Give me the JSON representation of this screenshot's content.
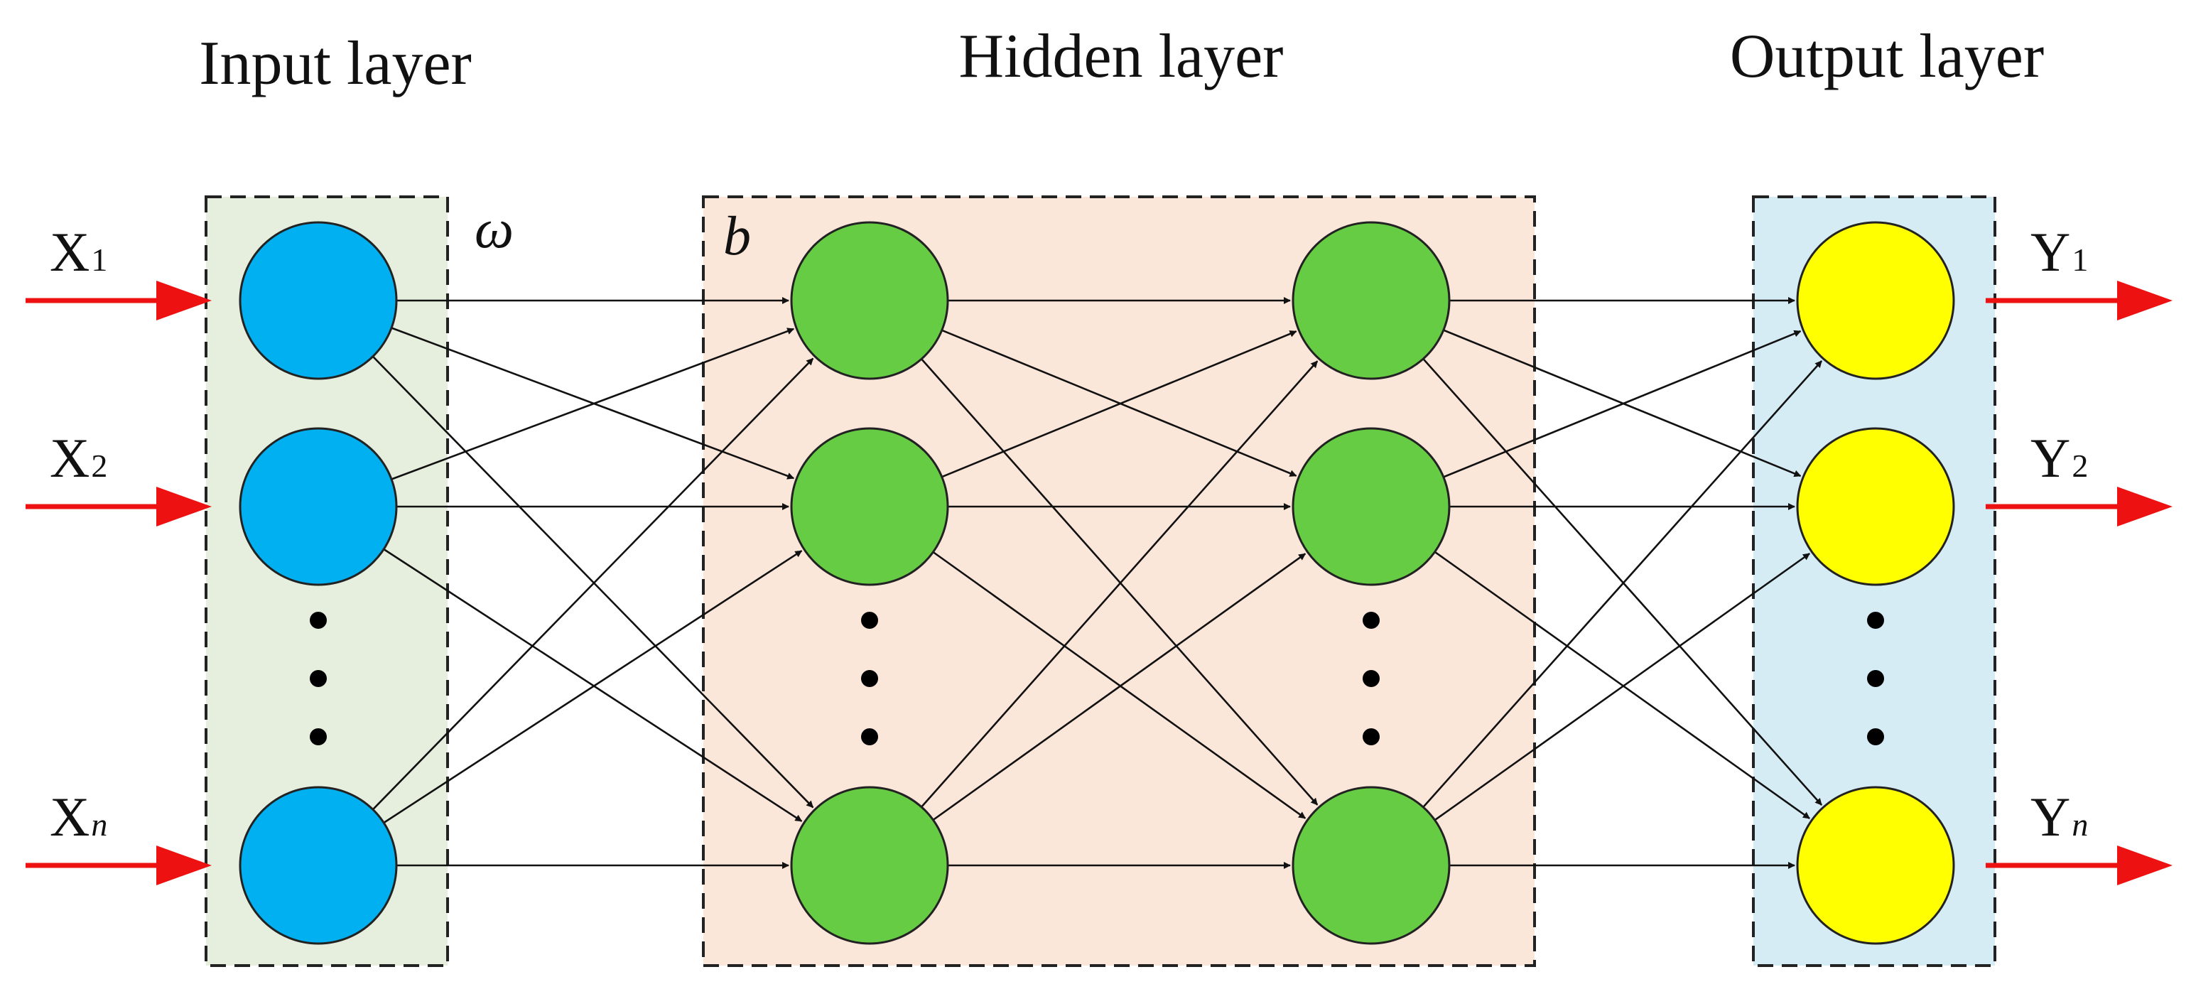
{
  "titles": {
    "input": "Input layer",
    "hidden": "Hidden layer",
    "output": "Output layer"
  },
  "inputs": [
    {
      "base": "X",
      "sub": "1",
      "sub_italic": false
    },
    {
      "base": "X",
      "sub": "2",
      "sub_italic": false
    },
    {
      "base": "X",
      "sub": "n",
      "sub_italic": true
    }
  ],
  "outputs": [
    {
      "base": "Y",
      "sub": "1",
      "sub_italic": false
    },
    {
      "base": "Y",
      "sub": "2",
      "sub_italic": false
    },
    {
      "base": "Y",
      "sub": "n",
      "sub_italic": true
    }
  ],
  "params": {
    "weight": "ω",
    "bias": "b"
  },
  "colors": {
    "input_node": "#00B0F0",
    "hidden_node": "#66CC44",
    "output_node": "#FFFF00",
    "input_panel": "#E6EEDD",
    "hidden_panel": "#FBE6DA",
    "output_panel": "#D6ECF5",
    "io_arrow": "#EE1111",
    "connection": "#111111",
    "node_stroke": "#222222",
    "panel_border": "#222222"
  },
  "layers": [
    {
      "id": "input",
      "colorKey": "input_node",
      "nodes": 3
    },
    {
      "id": "hidden-1",
      "colorKey": "hidden_node",
      "nodes": 3
    },
    {
      "id": "hidden-2",
      "colorKey": "hidden_node",
      "nodes": 3
    },
    {
      "id": "output",
      "colorKey": "output_node",
      "nodes": 3
    }
  ]
}
